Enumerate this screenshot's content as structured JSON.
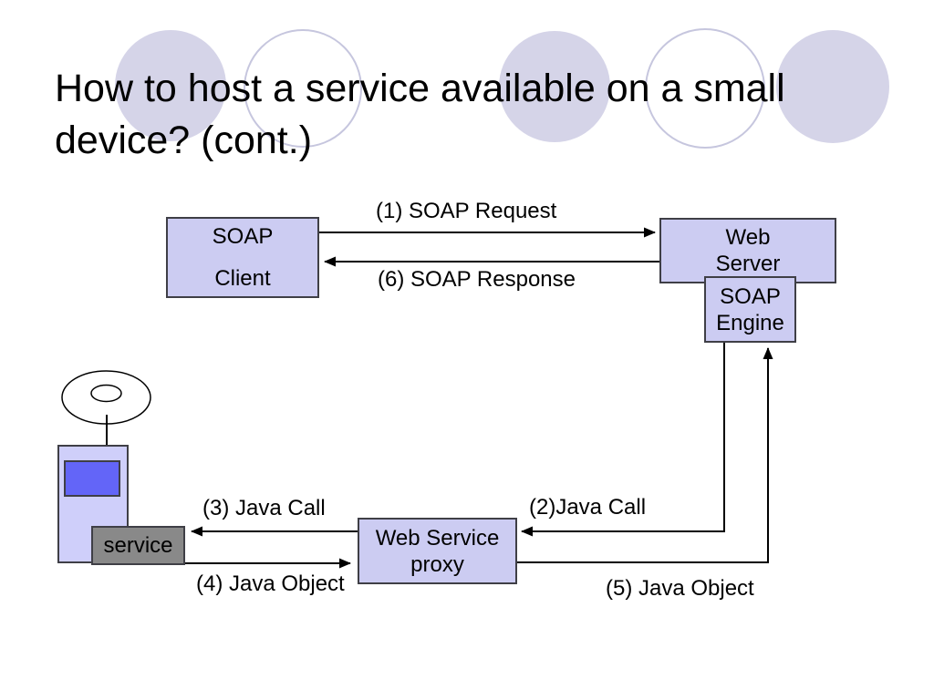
{
  "slide": {
    "title": "How to host a service available on a small device? (cont.)"
  },
  "nodes": {
    "soap_client": {
      "line1": "SOAP",
      "line2": "Client"
    },
    "web_server": {
      "line1": "Web",
      "line2": "Server"
    },
    "soap_engine": {
      "line1": "SOAP",
      "line2": "Engine"
    },
    "web_service_proxy": {
      "line1": "Web Service",
      "line2": "proxy"
    },
    "service": {
      "label": "service"
    }
  },
  "arrow_labels": {
    "soap_request": "(1) SOAP Request",
    "soap_response": "(6) SOAP Response",
    "java_call_2": "(2)Java Call",
    "java_call_3": "(3) Java Call",
    "java_object_4": "(4) Java Object",
    "java_object_5": "(5) Java Object"
  },
  "colors": {
    "background": "#ffffff",
    "text": "#000000",
    "line": "#000000",
    "box_fill": "#ccccf2",
    "box_border": "#3f3f46",
    "circle_fill": "#d5d4e8",
    "circle_border": "#c6c6de",
    "screen_fill": "#6365f8",
    "service_fill": "#898989",
    "device_fill": "#cfcffa"
  }
}
